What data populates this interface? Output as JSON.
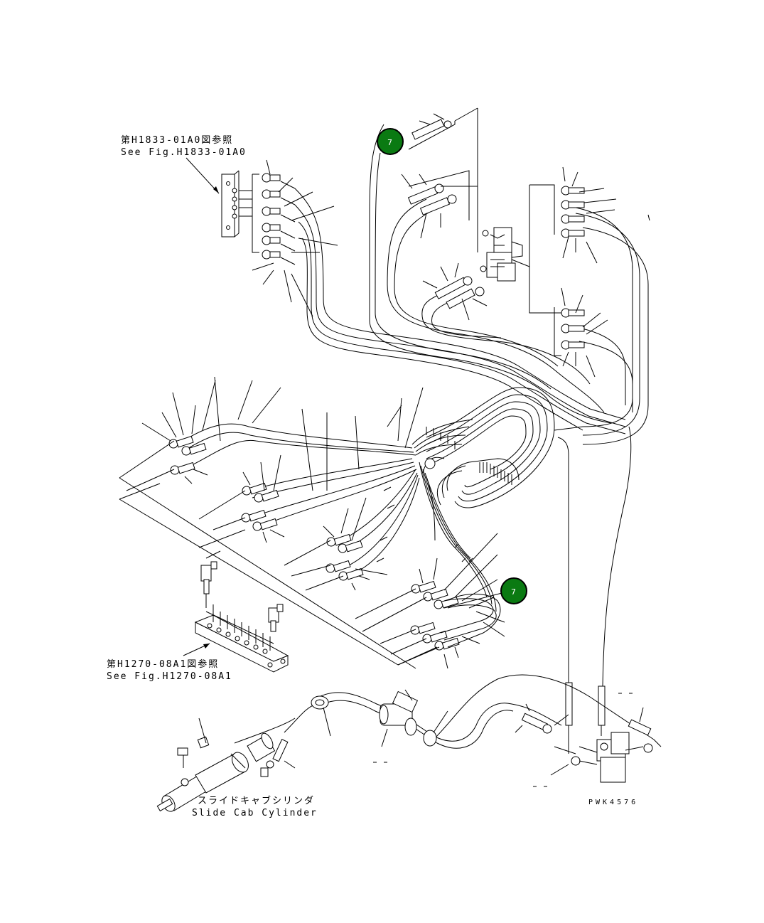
{
  "references": {
    "top_jp": "第H1833-01A0図参照",
    "top_en": "See Fig.H1833-01A0",
    "mid_jp": "第H1270-08A1図参照",
    "mid_en": "See Fig.H1270-08A1"
  },
  "cylinder_label": {
    "jp": "スライドキャブシリンダ",
    "en": "Slide Cab Cylinder"
  },
  "drawing_code": "PWK4576",
  "callouts": [
    {
      "id": "callout-7-top",
      "label": "7"
    },
    {
      "id": "callout-7-mid",
      "label": "7"
    }
  ],
  "colors": {
    "callout_fill": "#0a7a12",
    "callout_stroke": "#000000",
    "line": "#000000",
    "background": "#ffffff"
  }
}
